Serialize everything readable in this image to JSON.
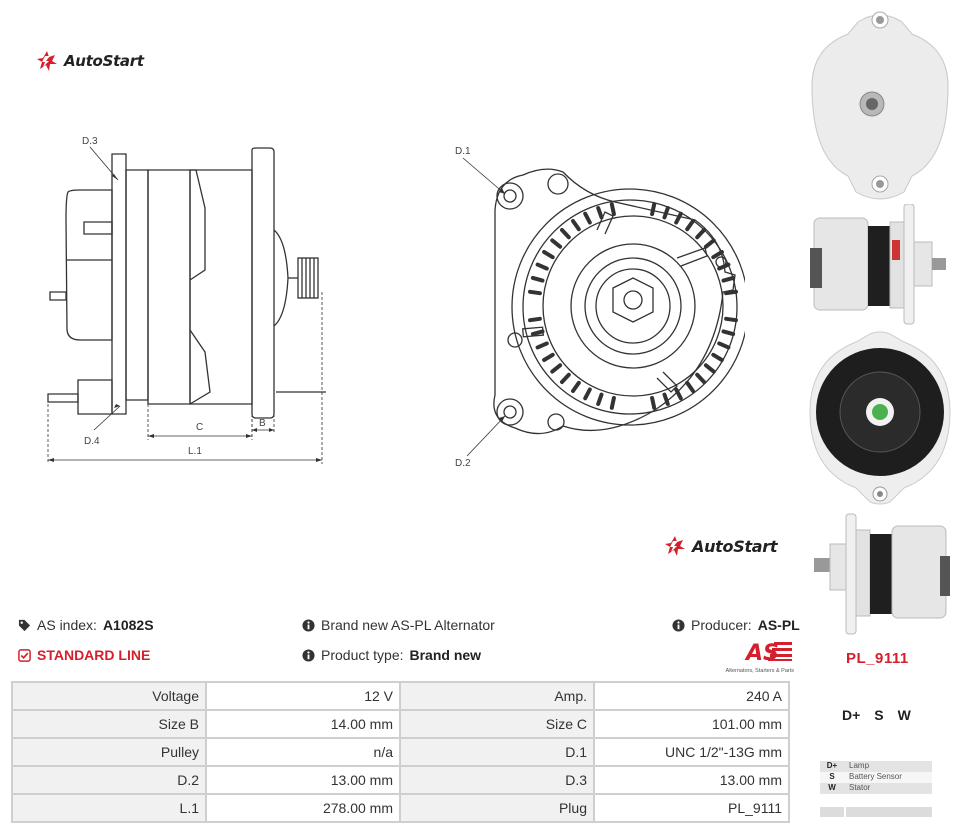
{
  "brand": {
    "logo_text": "AutoStart"
  },
  "drawing": {
    "side_labels": {
      "d3": "D.3",
      "d4": "D.4",
      "c": "C",
      "b": "B",
      "l1": "L.1"
    },
    "front_labels": {
      "d1": "D.1",
      "d2": "D.2"
    }
  },
  "info": {
    "as_index_label": "AS index:",
    "as_index_value": "A1082S",
    "standard_line": "STANDARD LINE",
    "brand_new_text": "Brand new AS-PL Alternator",
    "product_type_label": "Product type:",
    "product_type_value": "Brand new",
    "producer_label": "Producer:",
    "producer_value": "AS-PL"
  },
  "as_logo": {
    "mark": "AS",
    "tagline": "Alternators, Starters & Parts"
  },
  "plug": {
    "code": "PL_9111",
    "pins": [
      "D+",
      "S",
      "W"
    ],
    "legend": [
      {
        "key": "D+",
        "label": "Lamp"
      },
      {
        "key": "S",
        "label": "Battery Sensor"
      },
      {
        "key": "W",
        "label": "Stator"
      }
    ]
  },
  "specs": [
    {
      "l1": "Voltage",
      "v1": "12 V",
      "l2": "Amp.",
      "v2": "240 A"
    },
    {
      "l1": "Size B",
      "v1": "14.00 mm",
      "l2": "Size C",
      "v2": "101.00 mm"
    },
    {
      "l1": "Pulley",
      "v1": "n/a",
      "l2": "D.1",
      "v2": "UNC 1/2\"-13G mm"
    },
    {
      "l1": "D.2",
      "v1": "13.00 mm",
      "l2": "D.3",
      "v2": "13.00 mm"
    },
    {
      "l1": "L.1",
      "v1": "278.00 mm",
      "l2": "Plug",
      "v2": "PL_9111"
    }
  ],
  "colors": {
    "accent_red": "#d4202c",
    "table_border": "#cfcfcf",
    "label_bg": "#f1f1f1"
  }
}
